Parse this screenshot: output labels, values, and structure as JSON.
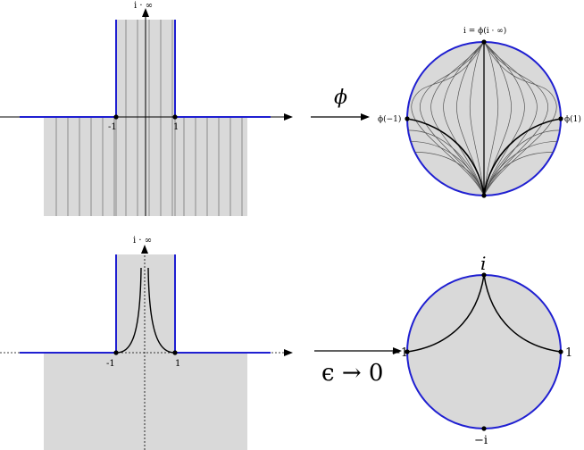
{
  "top_left": {
    "axis_top_label": "i · ∞",
    "tick_neg": "-1",
    "tick_pos": "1"
  },
  "top_arrow": {
    "label": "ϕ"
  },
  "top_right": {
    "top_label": "i = ϕ(i · ∞)",
    "left_label": "ϕ(−1)",
    "right_label": "ϕ(1)"
  },
  "bottom_left": {
    "axis_top_label": "i · ∞",
    "tick_neg": "-1",
    "tick_pos": "1"
  },
  "bottom_arrow": {
    "label": "ϵ → 0"
  },
  "bottom_right": {
    "top_label": "i",
    "left_label": "−1",
    "right_label": "1",
    "bottom_label": "−i"
  },
  "colors": {
    "region_fill": "#d9d9d9",
    "boundary": "#1f1fd1",
    "curve": "#000000",
    "thin_curve": "#555555"
  }
}
